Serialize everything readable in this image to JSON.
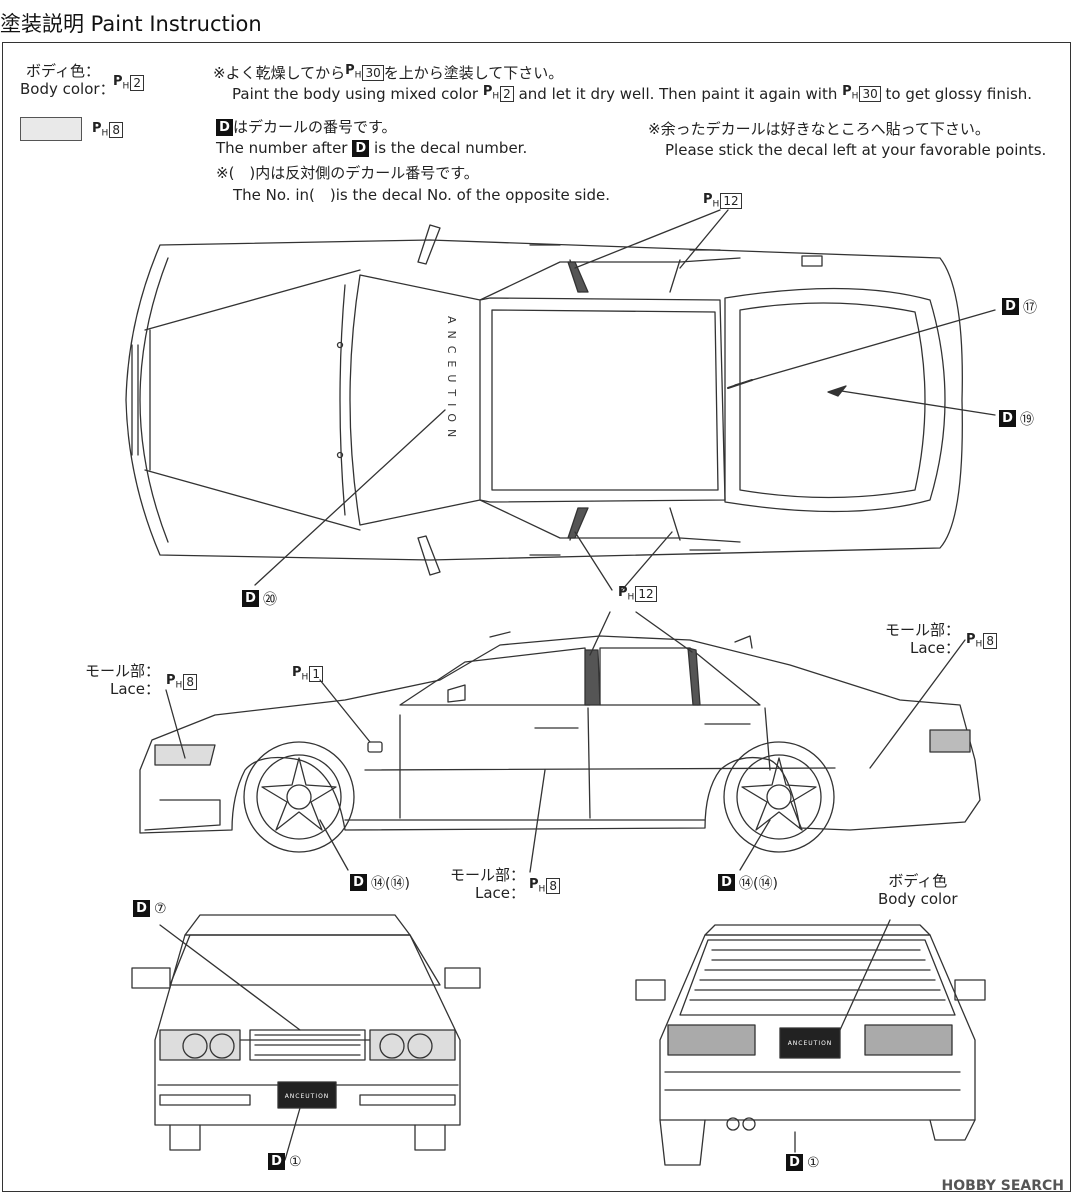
{
  "header": {
    "title": "塗装説明 Paint Instruction"
  },
  "legend": {
    "body_label_jp": "ボディ色：",
    "body_label_en": "Body color：",
    "body_code": "2",
    "swatch_code": "8"
  },
  "notes": {
    "gloss_jp": "※よく乾燥してから",
    "gloss_jp_code": "30",
    "gloss_jp_tail": "を上から塗装して下さい。",
    "gloss_en_a": "Paint the body using mixed color",
    "gloss_en_code1": "2",
    "gloss_en_b": "and let it dry well. Then paint it again with",
    "gloss_en_code2": "30",
    "gloss_en_c": "to get glossy finish.",
    "decal_jp": "はデカールの番号です。",
    "decal_en_a": "The number after",
    "decal_en_b": "is the decal number.",
    "opp_jp": "※(　)内は反対側のデカール番号です。",
    "opp_en": "The No. in(　)is the decal No. of the opposite side.",
    "left_jp": "※余ったデカールは好きなところへ貼って下さい。",
    "left_en": "Please stick the decal left at your favorable points."
  },
  "callouts": {
    "d_letter": "D",
    "ph_letter": "P",
    "ph_sub": "H",
    "top_ph_pillar_top": "12",
    "top_ph_pillar_bottom": "12",
    "top_d_17": "⑰",
    "top_d_19": "⑲",
    "top_d_20": "⑳",
    "side_lace_left_jp": "モール部：",
    "side_lace_left_en": "Lace：",
    "side_lace_left_code": "8",
    "side_ph1": "1",
    "side_lace_right_jp": "モール部：",
    "side_lace_right_en": "Lace：",
    "side_lace_right_code": "8",
    "side_lace_mid_jp": "モール部：",
    "side_lace_mid_en": "Lace：",
    "side_lace_mid_code": "8",
    "side_d_wheel_front": "⑭(⑭)",
    "side_d_wheel_rear": "⑭(⑭)",
    "front_d_7": "⑦",
    "front_d_1": "①",
    "rear_d_1": "①",
    "rear_body_jp": "ボディ色",
    "rear_body_en": "Body color"
  },
  "decal_text": {
    "hood": "ANCEUTION",
    "plate_front": "ANCEUTION",
    "plate_rear": "ANCEUTION"
  },
  "watermark": "HOBBY SEARCH"
}
